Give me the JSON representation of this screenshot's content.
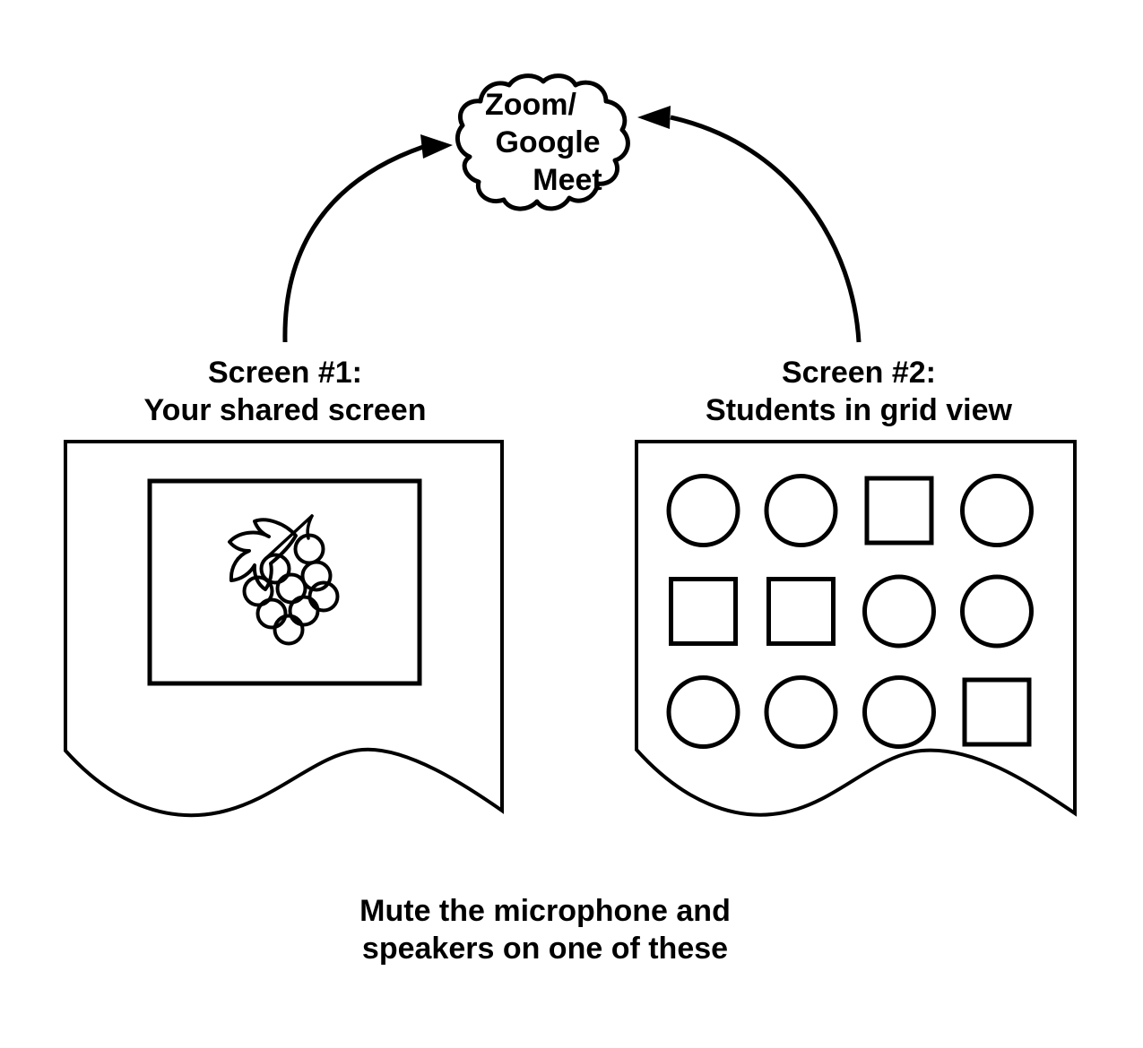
{
  "colors": {
    "ink": "#000000",
    "background": "#ffffff"
  },
  "cloud": {
    "label_lines": [
      "Zoom/",
      "Google",
      "Meet"
    ]
  },
  "screen1": {
    "title_line1": "Screen #1:",
    "title_line2": "Your shared screen",
    "content_icon": "grapes-icon"
  },
  "screen2": {
    "title_line1": "Screen #2:",
    "title_line2": "Students in grid view",
    "grid_rows": [
      [
        "circle",
        "circle",
        "square",
        "circle"
      ],
      [
        "square",
        "square",
        "circle",
        "circle"
      ],
      [
        "circle",
        "circle",
        "circle",
        "square"
      ]
    ]
  },
  "caption": {
    "line1": "Mute the microphone and",
    "line2": "speakers on one of these"
  }
}
